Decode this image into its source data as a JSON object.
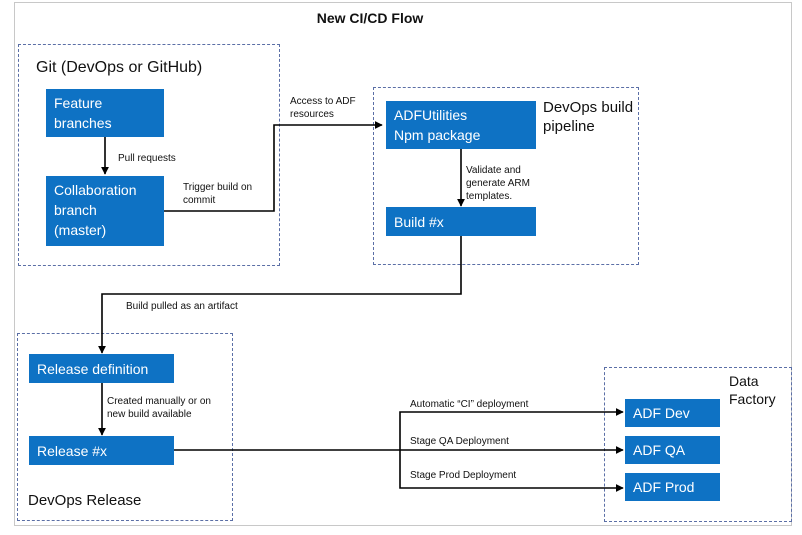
{
  "diagram": {
    "title": "New  CI/CD Flow",
    "groups": {
      "git": "Git (DevOps or GitHub)",
      "devops_build": "DevOps build\npipeline",
      "devops_release": "DevOps Release",
      "data_factory": "Data\nFactory"
    },
    "nodes": {
      "feature_branches": "Feature\nbranches",
      "collaboration_branch": "Collaboration\nbranch\n(master)",
      "adf_utilities": "ADFUtilities\nNpm package",
      "build": "Build #x",
      "release_definition": "Release definition",
      "release": "Release #x",
      "adf_dev": "ADF Dev",
      "adf_qa": "ADF QA",
      "adf_prod": "ADF Prod"
    },
    "edges": {
      "pull_requests": "Pull requests",
      "trigger_build": "Trigger build on\ncommit",
      "access_adf": "Access to ADF\nresources",
      "validate_generate": "Validate and\ngenerate ARM\ntemplates.",
      "build_pulled": "Build pulled as an artifact",
      "created_manually": "Created manually or on\nnew build available",
      "automatic_ci": "Automatic “CI” deployment",
      "stage_qa": "Stage QA Deployment",
      "stage_prod": "Stage Prod Deployment"
    }
  }
}
